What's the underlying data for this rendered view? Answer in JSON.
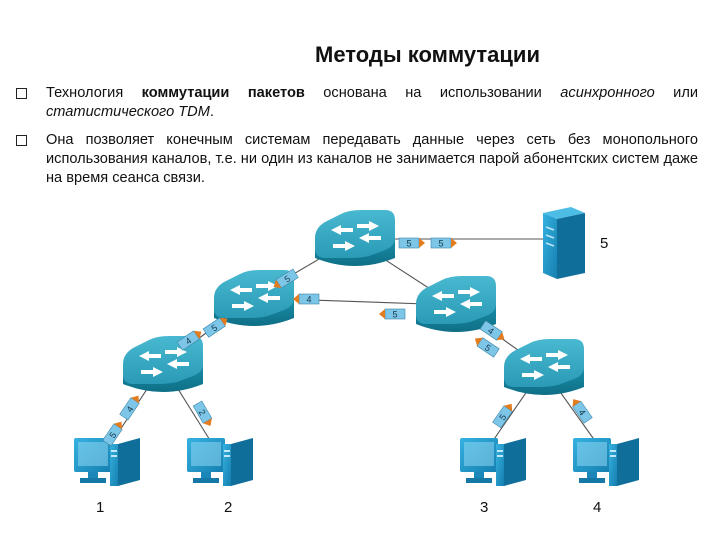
{
  "title": "Методы коммутации",
  "bullets": [
    {
      "p1": "Технология ",
      "bold": "коммутации пакетов",
      "p2": " основана на использовании ",
      "italic1": "асинхронного",
      "p3": " или ",
      "italic2": "статистического TDM",
      "p4": "."
    },
    {
      "text": "Она позволяет конечным системам передавать данные через сеть без монопольного использования каналов, т.е. ни один из каналов не занимается парой абонентских систем даже на время сеанса связи."
    }
  ],
  "diagram": {
    "hosts": [
      "1",
      "2",
      "3",
      "4"
    ],
    "server": "5",
    "packets": {
      "top_to_server": [
        "5",
        "5"
      ],
      "top_to_left": "5",
      "left_to_right": "4",
      "right_to_left": "5",
      "sw2_to_sw1": [
        "4",
        "5"
      ],
      "sw3_to_sw4": [
        "4",
        "5"
      ],
      "host1": [
        "4",
        "5"
      ],
      "host2": "2",
      "host3": "5",
      "host4": "4"
    },
    "colors": {
      "switch_top": "#2fa3bd",
      "switch_side": "#127f98",
      "packet_blue": "#7ec6e8",
      "packet_tip": "#e37b1f",
      "device": "#1e9bd0"
    }
  }
}
